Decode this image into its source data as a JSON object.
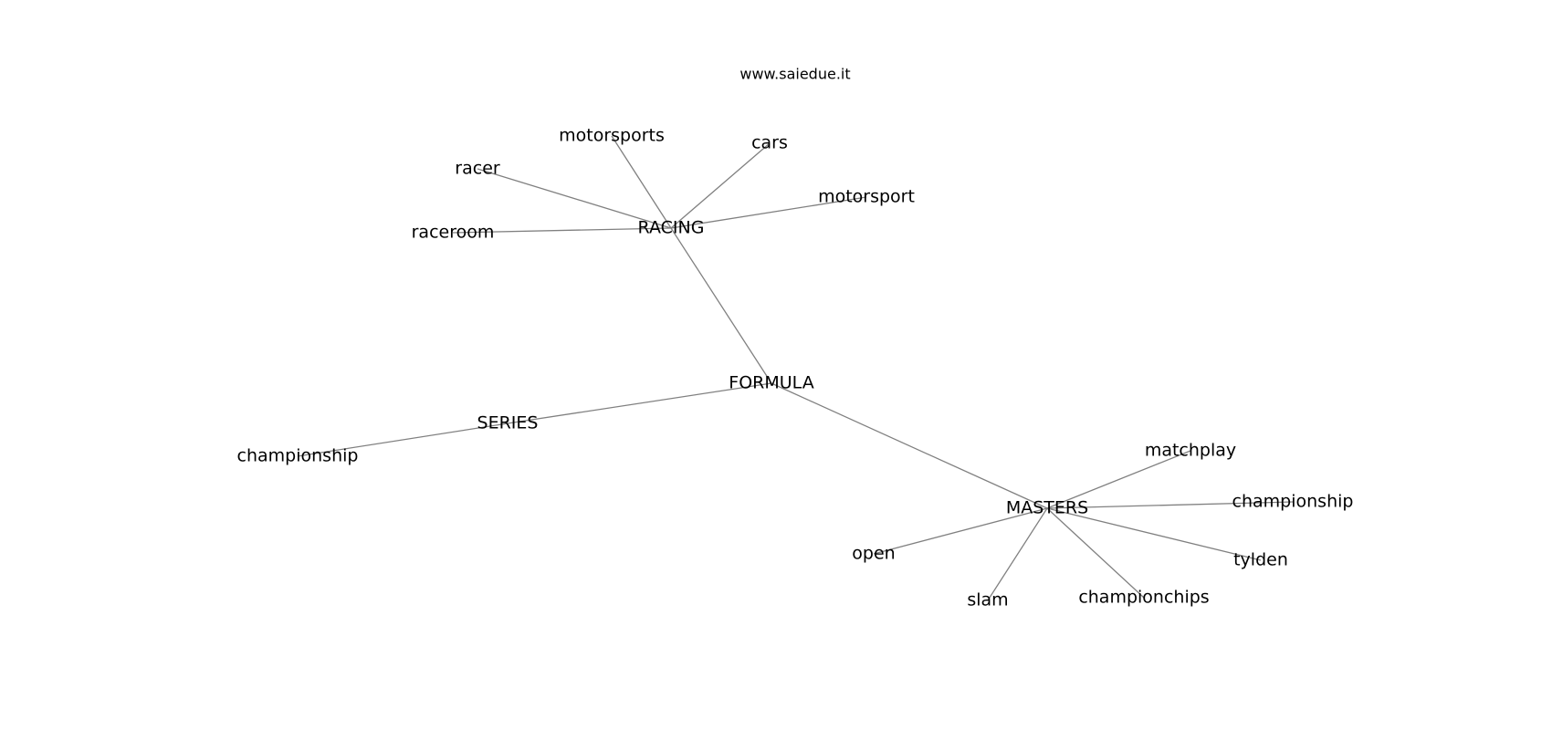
{
  "site": "www.saiedue.it",
  "graph": {
    "nodes": [
      {
        "id": "formula",
        "label": "FORMULA"
      },
      {
        "id": "racing",
        "label": "RACING"
      },
      {
        "id": "series",
        "label": "SERIES"
      },
      {
        "id": "masters",
        "label": "MASTERS"
      },
      {
        "id": "motorsports",
        "label": "motorsports"
      },
      {
        "id": "cars",
        "label": "cars"
      },
      {
        "id": "racer",
        "label": "racer"
      },
      {
        "id": "motorsport",
        "label": "motorsport"
      },
      {
        "id": "raceroom",
        "label": "raceroom"
      },
      {
        "id": "championship_series",
        "label": "championship"
      },
      {
        "id": "matchplay",
        "label": "matchplay"
      },
      {
        "id": "championship_masters",
        "label": "championship"
      },
      {
        "id": "tylden",
        "label": "tylden"
      },
      {
        "id": "open",
        "label": "open"
      },
      {
        "id": "slam",
        "label": "slam"
      },
      {
        "id": "championchips",
        "label": "championchips"
      }
    ],
    "edges": [
      [
        "formula",
        "racing"
      ],
      [
        "formula",
        "series"
      ],
      [
        "formula",
        "masters"
      ],
      [
        "racing",
        "motorsports"
      ],
      [
        "racing",
        "cars"
      ],
      [
        "racing",
        "racer"
      ],
      [
        "racing",
        "motorsport"
      ],
      [
        "racing",
        "raceroom"
      ],
      [
        "series",
        "championship_series"
      ],
      [
        "masters",
        "matchplay"
      ],
      [
        "masters",
        "championship_masters"
      ],
      [
        "masters",
        "tylden"
      ],
      [
        "masters",
        "open"
      ],
      [
        "masters",
        "slam"
      ],
      [
        "masters",
        "championchips"
      ]
    ]
  }
}
